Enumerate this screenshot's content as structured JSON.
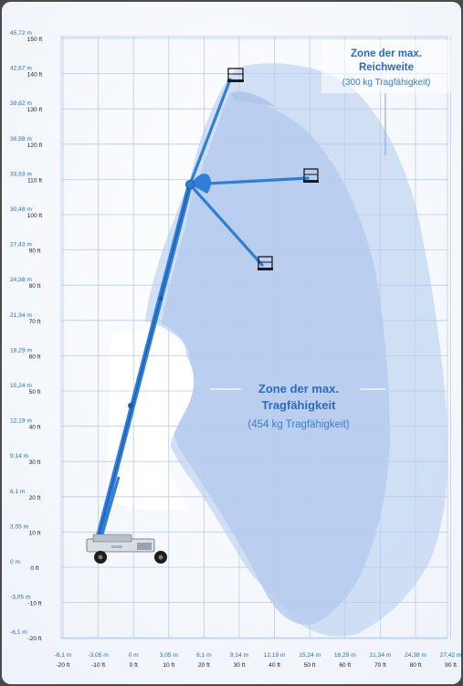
{
  "y_axis": [
    {
      "m": "45,72 m",
      "ft": "150 ft"
    },
    {
      "m": "42,67 m",
      "ft": "140 ft"
    },
    {
      "m": "39,62 m",
      "ft": "130 ft"
    },
    {
      "m": "36,58 m",
      "ft": "120 ft"
    },
    {
      "m": "33,53 m",
      "ft": "110 ft"
    },
    {
      "m": "30,48 m",
      "ft": "100 ft"
    },
    {
      "m": "27,43 m",
      "ft": "90 ft"
    },
    {
      "m": "24,38 m",
      "ft": "80 ft"
    },
    {
      "m": "21,34 m",
      "ft": "70 ft"
    },
    {
      "m": "18,29 m",
      "ft": "60 ft"
    },
    {
      "m": "15,24 m",
      "ft": "50 ft"
    },
    {
      "m": "12,19 m",
      "ft": "40 ft"
    },
    {
      "m": "9,14 m",
      "ft": "30 ft"
    },
    {
      "m": "6,1 m",
      "ft": "20 ft"
    },
    {
      "m": "3,05 m",
      "ft": "10 ft"
    },
    {
      "m": "0 m",
      "ft": "0 ft"
    },
    {
      "m": "-3,05 m",
      "ft": "-10 ft"
    },
    {
      "m": "-6,1 m",
      "ft": "-20 ft"
    }
  ],
  "x_axis": [
    {
      "m": "-6,1 m",
      "ft": "-20 ft"
    },
    {
      "m": "-3,05 m",
      "ft": "-10 ft"
    },
    {
      "m": "0 m",
      "ft": "0 ft"
    },
    {
      "m": "3,05 m",
      "ft": "10 ft"
    },
    {
      "m": "6,1 m",
      "ft": "20 ft"
    },
    {
      "m": "9,14 m",
      "ft": "30 ft"
    },
    {
      "m": "12,19 m",
      "ft": "40 ft"
    },
    {
      "m": "15,24 m",
      "ft": "50 ft"
    },
    {
      "m": "18,29 m",
      "ft": "60 ft"
    },
    {
      "m": "21,34 m",
      "ft": "70 ft"
    },
    {
      "m": "24,38 m",
      "ft": "80 ft"
    },
    {
      "m": "27,42 m",
      "ft": "90 ft"
    }
  ],
  "zone_reach": {
    "title_line1": "Zone der max.",
    "title_line2": "Reichweite",
    "subtitle": "(300 kg Tragfähigkeit)"
  },
  "zone_capacity": {
    "title_line1": "Zone der max.",
    "title_line2": "Tragfähigkeit",
    "subtitle": "(454 kg Tragfähigkeit)"
  },
  "machine_label": "Genie",
  "colors": {
    "grid": "#b8ccea",
    "zone_outer": "#c9daf2",
    "zone_inner": "#b2c9ec",
    "boom": "#2f7fd6",
    "accent": "#2a6bc4"
  }
}
